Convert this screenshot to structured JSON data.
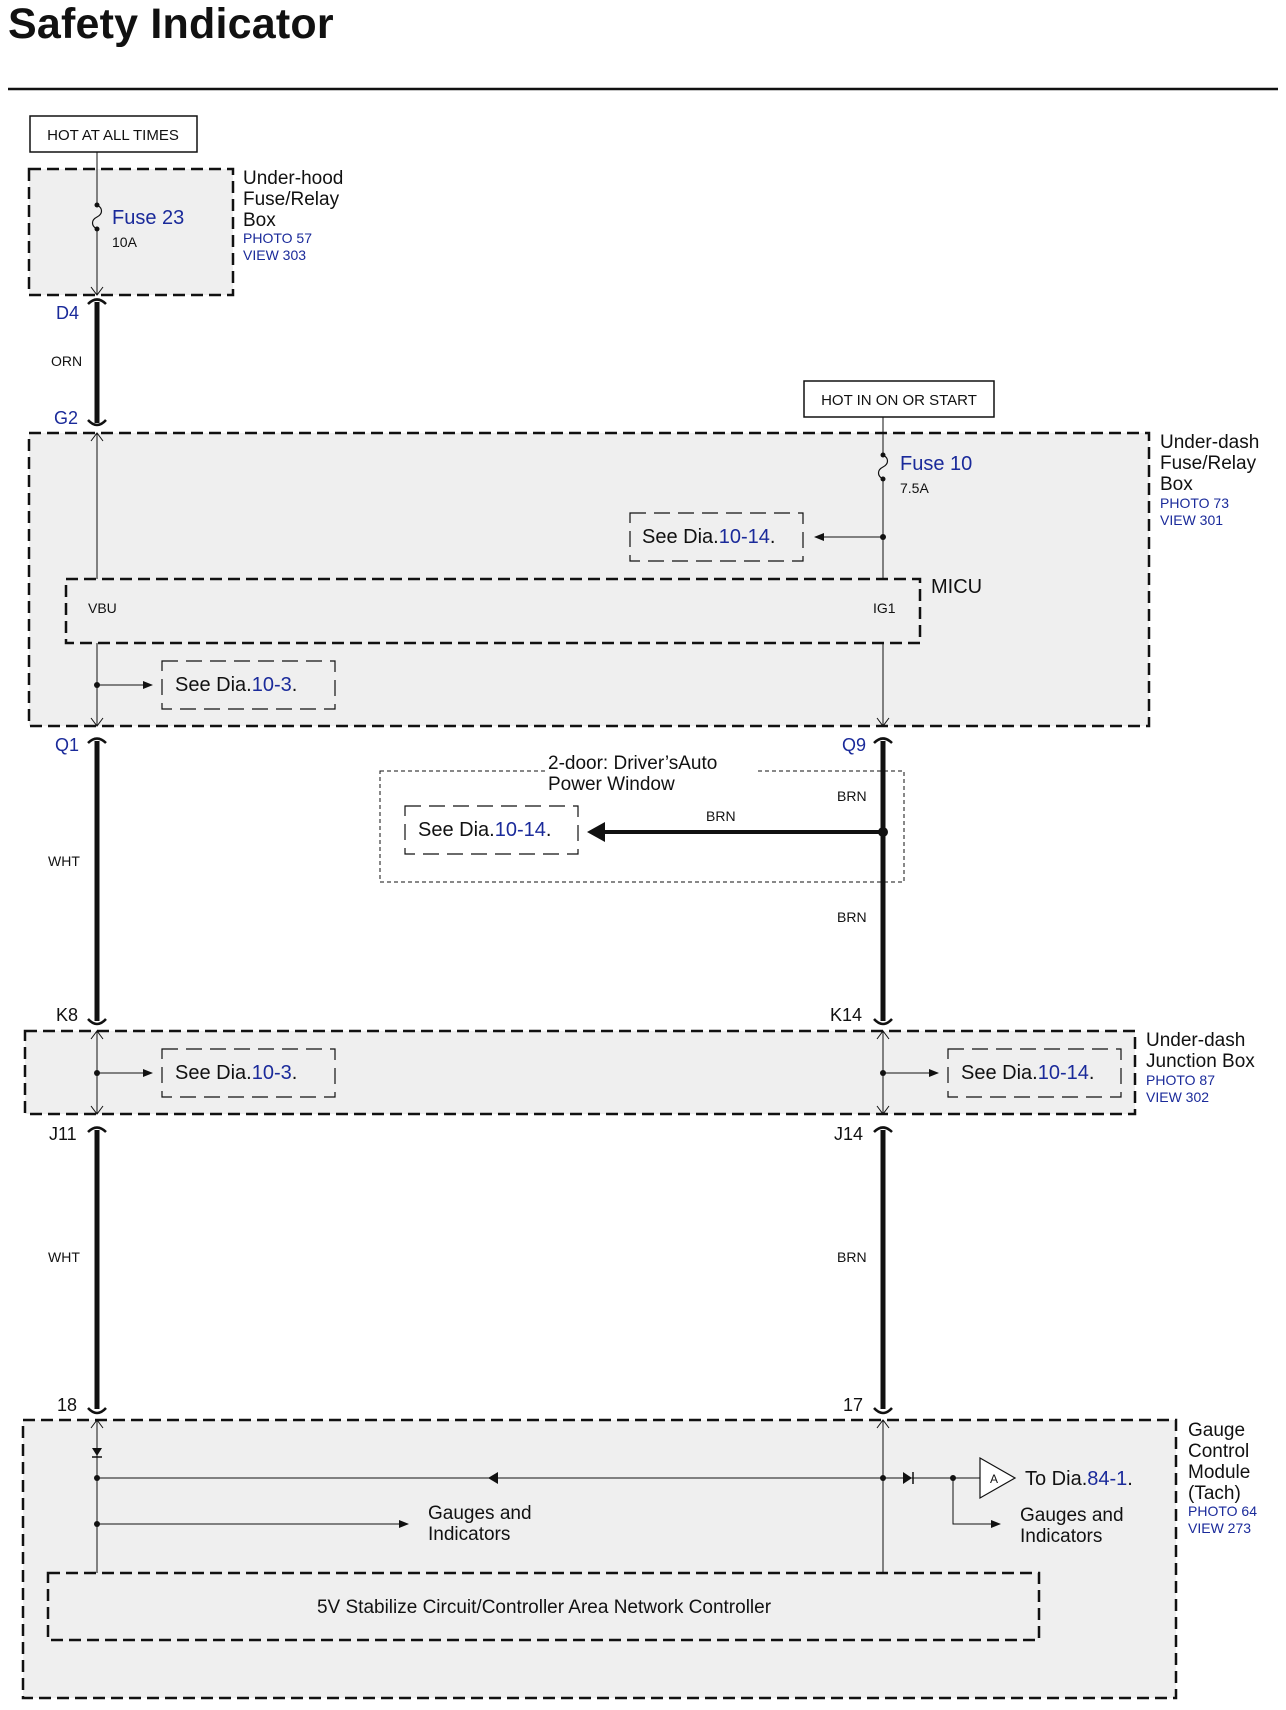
{
  "title": "Safety Indicator",
  "colors": {
    "link": "#1a2a9a",
    "panel": "#efefef",
    "wire": "#111111"
  },
  "power_labels": {
    "always": "HOT AT ALL TIMES",
    "ignition": "HOT IN ON OR START"
  },
  "underhood_box": {
    "name_l1": "Under-hood",
    "name_l2": "Fuse/Relay",
    "name_l3": "Box",
    "photo": "PHOTO 57",
    "view": "VIEW 303",
    "fuse": "Fuse 23",
    "rating": "10A"
  },
  "underdash_box": {
    "name_l1": "Under-dash",
    "name_l2": "Fuse/Relay",
    "name_l3": "Box",
    "photo": "PHOTO 73",
    "view": "VIEW 301",
    "fuse": "Fuse 10",
    "rating": "7.5A"
  },
  "micu": {
    "name": "MICU",
    "pin_left": "VBU",
    "pin_right": "IG1"
  },
  "junction_box": {
    "name_l1": "Under-dash",
    "name_l2": "Junction Box",
    "photo": "PHOTO 87",
    "view": "VIEW 302"
  },
  "gauge_module": {
    "name_l1": "Gauge",
    "name_l2": "Control",
    "name_l3": "Module",
    "name_l4": "(Tach)",
    "photo": "PHOTO 64",
    "view": "VIEW 273"
  },
  "connectors": {
    "d4": "D4",
    "g2": "G2",
    "q1": "Q1",
    "q9": "Q9",
    "k8": "K8",
    "k14": "K14",
    "j11": "J11",
    "j14": "J14",
    "p18": "18",
    "p17": "17"
  },
  "wires": {
    "orn": "ORN",
    "wht1": "WHT",
    "wht2": "WHT",
    "brn1": "BRN",
    "brn2": "BRN",
    "brn3": "BRN",
    "brn4": "BRN"
  },
  "window_option": {
    "line1": "2-door: Driver’sAuto",
    "line2": "Power Window"
  },
  "refs": {
    "see_prefix": "See Dia.",
    "to_prefix": "To Dia.",
    "dia_10_14": "10-14",
    "dia_10_3": "10-3",
    "dia_84_1": "84-1",
    "period": "."
  },
  "connector_a": "A",
  "gauges_label": {
    "l1": "Gauges and",
    "l2": "Indicators"
  },
  "controller": "5V Stabilize Circuit/Controller Area Network Controller"
}
